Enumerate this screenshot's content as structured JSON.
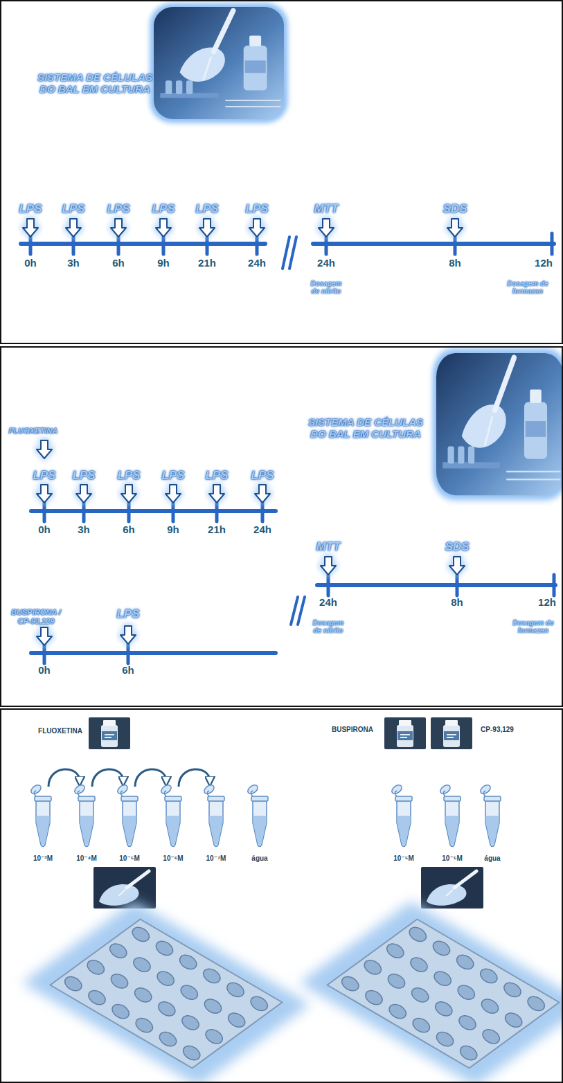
{
  "diagram": {
    "nodes": [
      {
        "text": [
          "SISTEMA DE CÉLULAS DO BAL EM CULTURA",
          "LPS",
          "LPS",
          "LPS",
          "LPS",
          "LPS",
          "LPS",
          "0h",
          "3h",
          "6h",
          "9h",
          "21h",
          "24h",
          "MTT",
          "SDS",
          "24h",
          "8h",
          "12h",
          "Dosagem de nitrito",
          "Dosagem de formazan"
        ]
      },
      {
        "text": [
          "FLUOXETINA",
          "LPS",
          "LPS",
          "LPS",
          "LPS",
          "LPS",
          "LPS",
          "0h",
          "3h",
          "6h",
          "9h",
          "21h",
          "24h",
          "SISTEMA DE CÉLULAS DO BAL EM CULTURA",
          "BUSPIRONA / CP-93,129",
          "LPS",
          "0h",
          "6h",
          "MTT",
          "SDS",
          "24h",
          "8h",
          "12h",
          "Dosagem de nitrito",
          "Dosagem de formazan"
        ]
      },
      {
        "text": [
          "FLUOXETINA",
          "10⁻³M",
          "10⁻⁴M",
          "10⁻⁵M",
          "10⁻⁶M",
          "10⁻⁷M",
          "água",
          "BUSPIRONA",
          "CP-93,129",
          "10⁻⁵M",
          "10⁻⁵M",
          "água"
        ]
      }
    ]
  }
}
